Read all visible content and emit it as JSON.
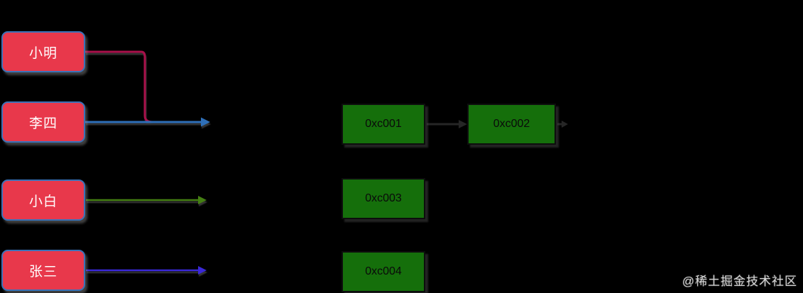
{
  "canvas": {
    "background": "#000000"
  },
  "people": [
    {
      "label": "小明"
    },
    {
      "label": "李四"
    },
    {
      "label": "小白"
    },
    {
      "label": "张三"
    }
  ],
  "addresses": [
    {
      "label": "0xc001"
    },
    {
      "label": "0xc002"
    },
    {
      "label": "0xc003"
    },
    {
      "label": "0xc004"
    }
  ],
  "edges": {
    "xiaoming": {
      "color": "#a8104a"
    },
    "lisi": {
      "color": "#2e6fb8"
    },
    "xiaobai": {
      "color": "#447f12"
    },
    "zhangsan": {
      "color": "#3a28d8"
    },
    "addr_link": {
      "color": "#262626"
    }
  },
  "node_colors": {
    "person_fill": "#e8384b",
    "person_border": "#3a72b8",
    "person_text": "#ffffff",
    "addr_fill": "#156f0b",
    "addr_text": "#0a0a0a"
  },
  "watermark": {
    "text": "@稀土掘金技术社区"
  }
}
